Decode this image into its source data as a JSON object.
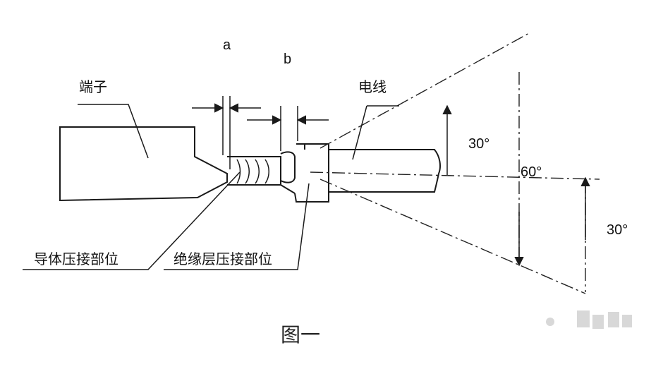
{
  "labels": {
    "dim_a": "a",
    "dim_b": "b",
    "terminal": "端子",
    "wire": "电线",
    "conductor_crimp": "导体压接部位",
    "insulation_crimp": "绝缘层压接部位",
    "angle_upper": "30°",
    "angle_total": "60°",
    "angle_lower": "30°"
  },
  "caption": "图一",
  "colors": {
    "line": "#1a1a1a",
    "text": "#111111"
  }
}
